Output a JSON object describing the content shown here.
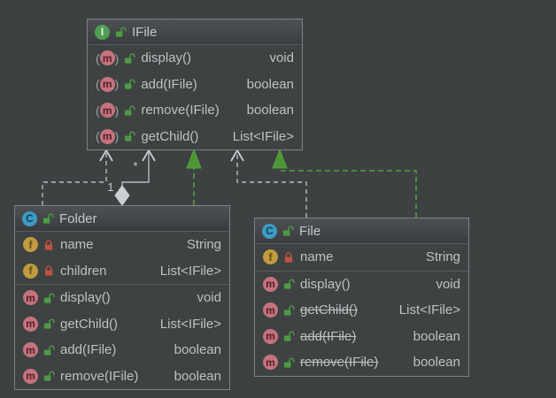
{
  "colors": {
    "canvas_bg": "#3D4142",
    "node_bg": "#3F4243",
    "node_border": "#7E8183",
    "header_gradient_top": "#4D5153",
    "header_gradient_bottom": "#3A3D3F",
    "text": "#BEC0C2",
    "edge_gray": "#B9BCBE",
    "edge_green": "#55A03F",
    "interface_icon_bg": "#529C54",
    "class_icon_bg": "#3E9CC4",
    "field_icon_bg": "#C19B3F",
    "method_icon_bg": "#C4737E",
    "public_lock": "#4D9B45",
    "private_lock": "#BE5340"
  },
  "icons": {
    "interface": "I",
    "class": "C",
    "field": "f",
    "method": "m"
  },
  "nodes": {
    "ifile": {
      "title": "IFile",
      "methods": [
        {
          "name": "display()",
          "type": "void",
          "abstract": true,
          "visibility": "public"
        },
        {
          "name": "add(IFile)",
          "type": "boolean",
          "abstract": true,
          "visibility": "public"
        },
        {
          "name": "remove(IFile)",
          "type": "boolean",
          "abstract": true,
          "visibility": "public"
        },
        {
          "name": "getChild()",
          "type": "List<IFile>",
          "abstract": true,
          "visibility": "public"
        }
      ]
    },
    "folder": {
      "title": "Folder",
      "fields": [
        {
          "name": "name",
          "type": "String",
          "visibility": "private"
        },
        {
          "name": "children",
          "type": "List<IFile>",
          "visibility": "private"
        }
      ],
      "methods": [
        {
          "name": "display()",
          "type": "void",
          "visibility": "public"
        },
        {
          "name": "getChild()",
          "type": "List<IFile>",
          "visibility": "public"
        },
        {
          "name": "add(IFile)",
          "type": "boolean",
          "visibility": "public"
        },
        {
          "name": "remove(IFile)",
          "type": "boolean",
          "visibility": "public"
        }
      ]
    },
    "file": {
      "title": "File",
      "fields": [
        {
          "name": "name",
          "type": "String",
          "visibility": "private"
        }
      ],
      "methods": [
        {
          "name": "display()",
          "type": "void",
          "visibility": "public"
        },
        {
          "name": "getChild()",
          "type": "List<IFile>",
          "visibility": "public",
          "struck": true
        },
        {
          "name": "add(IFile)",
          "type": "boolean",
          "visibility": "public",
          "struck": true
        },
        {
          "name": "remove(IFile)",
          "type": "boolean",
          "visibility": "public",
          "struck": true
        }
      ]
    }
  },
  "edges": {
    "aggregation": {
      "from": "Folder",
      "to": "IFile",
      "multiplicity_source": "1",
      "multiplicity_target": "*"
    },
    "realizations": [
      "Folder implements IFile",
      "File implements IFile"
    ],
    "dependencies": [
      "Folder depends on IFile",
      "File depends on IFile"
    ]
  }
}
